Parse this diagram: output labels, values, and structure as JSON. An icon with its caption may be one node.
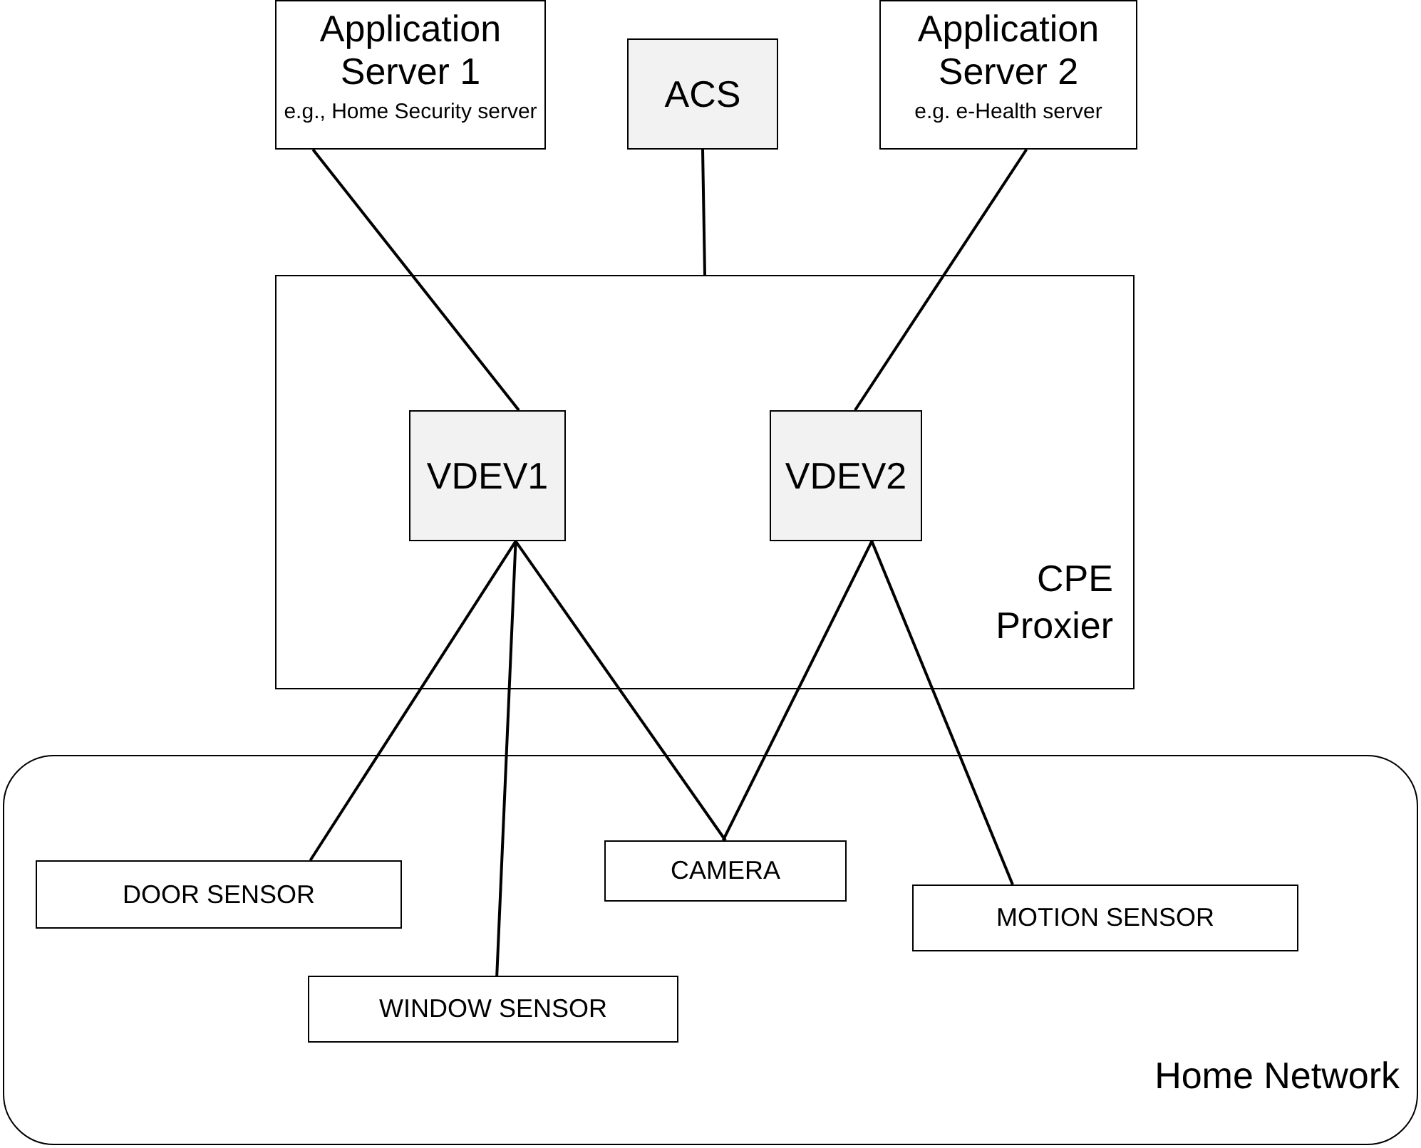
{
  "diagram": {
    "nodes": [
      {
        "text": [
          "Application Server 1",
          "e.g., Home Security server"
        ]
      },
      {
        "text": [
          "ACS"
        ]
      },
      {
        "text": [
          "Application Server 2",
          "e.g. e-Health server"
        ]
      },
      {
        "text": [
          "CPE Proxier"
        ]
      },
      {
        "text": [
          "VDEV1"
        ],
        "in": 3
      },
      {
        "text": [
          "VDEV2"
        ],
        "in": 3
      },
      {
        "text": [
          "Home Network"
        ]
      },
      {
        "text": [
          "DOOR SENSOR"
        ],
        "in": 6
      },
      {
        "text": [
          "CAMERA"
        ],
        "in": 6
      },
      {
        "text": [
          "MOTION SENSOR"
        ],
        "in": 6
      },
      {
        "text": [
          "WINDOW SENSOR"
        ],
        "in": 6
      }
    ],
    "edges": [
      {
        "from": 0,
        "to": 4,
        "arrow": "none"
      },
      {
        "from": 1,
        "to": 3,
        "arrow": "none"
      },
      {
        "from": 2,
        "to": 5,
        "arrow": "none"
      },
      {
        "from": 4,
        "to": 7,
        "arrow": "none"
      },
      {
        "from": 4,
        "to": 10,
        "arrow": "none"
      },
      {
        "from": 4,
        "to": 8,
        "arrow": "none"
      },
      {
        "from": 5,
        "to": 8,
        "arrow": "none"
      },
      {
        "from": 5,
        "to": 9,
        "arrow": "none"
      }
    ]
  }
}
